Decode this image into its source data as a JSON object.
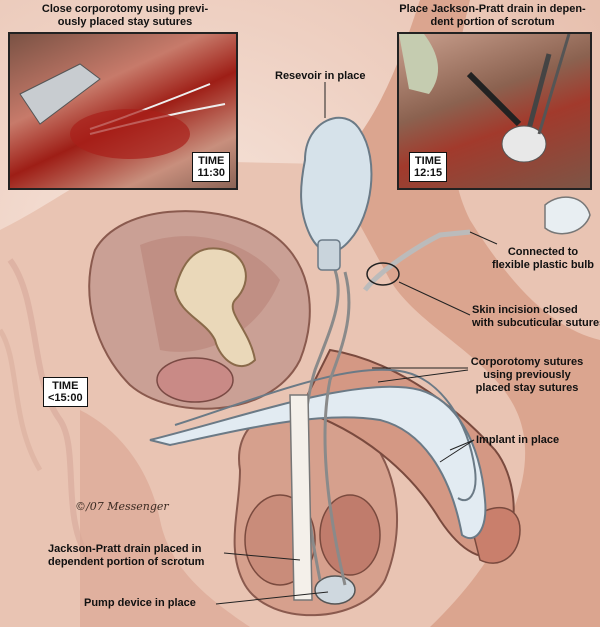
{
  "captions": {
    "top_left": [
      "Close corporotomy using previ-",
      "ously placed stay sutures"
    ],
    "top_right": [
      "Place Jackson-Pratt drain in depen-",
      "dent portion of scrotum"
    ]
  },
  "times": {
    "t1": [
      "TIME",
      "11:30"
    ],
    "t2": [
      "TIME",
      "12:15"
    ],
    "t3": [
      "TIME",
      "<15:00"
    ]
  },
  "labels": {
    "reservoir": "Resevoir in place",
    "connected": [
      "Connected to",
      "flexible plastic bulb"
    ],
    "skin": [
      "Skin incision closed",
      "with subcuticular sutures"
    ],
    "sutures": [
      "Corporotomy sutures",
      "using previously",
      "placed stay sutures"
    ],
    "implant": "Implant in place",
    "jp_drain": [
      "Jackson-Pratt drain placed in",
      "dependent portion of scrotum"
    ],
    "pump": "Pump device in place"
  },
  "signature": "©/07 Messenger",
  "colors": {
    "tissue": "#e4b9a6",
    "bone": "#e8d6b8",
    "implant": "#dfe8ef",
    "blood": "#b3261e"
  }
}
